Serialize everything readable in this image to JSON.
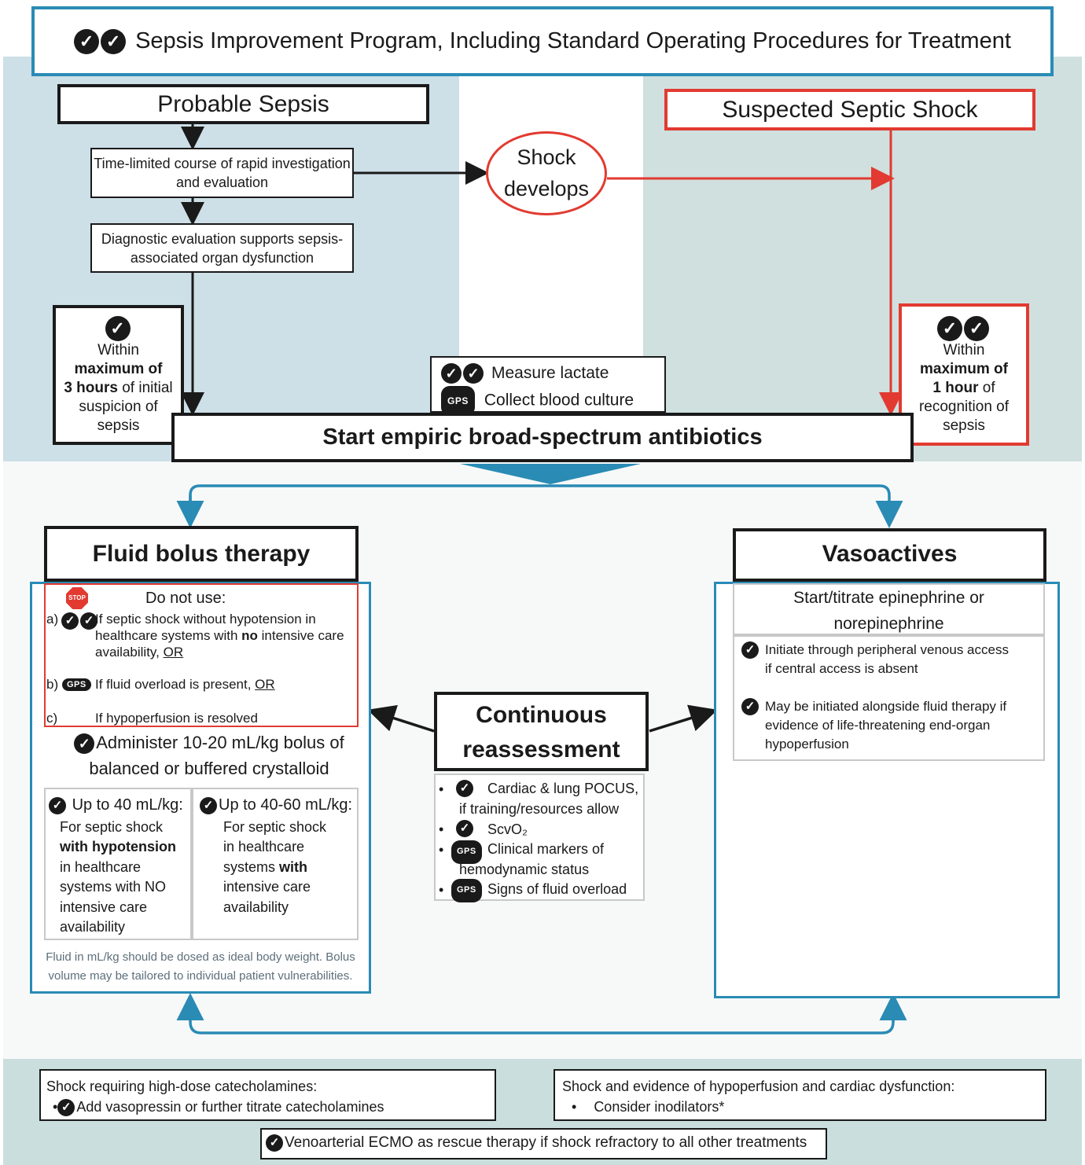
{
  "colors": {
    "teal": "#2a8bb5",
    "red": "#e23a30",
    "bg_left": "#cddfe7",
    "bg_right": "#cfe0df",
    "bg_bottom": "#c9dedd"
  },
  "title": "Sepsis Improvement Program, Including Standard Operating Procedures for Treatment",
  "probable": {
    "header": "Probable Sepsis",
    "step1": "Time-limited course of rapid investigation and evaluation",
    "step2": "Diagnostic evaluation supports sepsis-associated organ dysfunction",
    "timing": {
      "l1": "Within",
      "l2": "maximum of",
      "l3a": "3 hours",
      "l3b": " of initial",
      "l4": "suspicion of",
      "l5": "sepsis"
    }
  },
  "shock_develops": {
    "l1": "Shock",
    "l2": "develops"
  },
  "suspected": {
    "header": "Suspected Septic Shock",
    "timing": {
      "l1": "Within",
      "l2": "maximum of",
      "l3a": "1 hour",
      "l3b": " of",
      "l4": "recognition of",
      "l5": "sepsis"
    }
  },
  "lactate": {
    "measure": "Measure lactate",
    "gps": "GPS",
    "culture": "Collect blood culture"
  },
  "antibiotics": "Start empiric broad-spectrum antibiotics",
  "fluid": {
    "header": "Fluid bolus therapy",
    "stop_label": "STOP",
    "do_not_use": "Do not use:",
    "a_letter": "a)",
    "a_text1": "If septic shock without hypotension in healthcare systems with ",
    "a_no": "no",
    "a_text2": " intensive care availability, ",
    "or": "OR",
    "b_letter": "b)",
    "b_text": "If fluid overload is present, ",
    "c_letter": "c)",
    "c_text": "If hypoperfusion is resolved",
    "administer1": "Administer 10-20 mL/kg bolus of",
    "administer2": "balanced or buffered crystalloid",
    "left_head": "Up to 40 mL/kg:",
    "left_l1": "For septic shock",
    "left_l2": "with hypotension",
    "left_l3": "in healthcare",
    "left_l4": "systems with NO",
    "left_l5": "intensive care",
    "left_l6": "availability",
    "right_head": "Up to 40-60 mL/kg:",
    "right_l1": "For septic shock",
    "right_l2": "in healthcare",
    "right_l3a": "systems ",
    "right_l3b": "with",
    "right_l4": "intensive care",
    "right_l5": "availability",
    "footnote1": "Fluid in mL/kg should be dosed as ideal body weight. Bolus",
    "footnote2": "volume may be tailored to individual patient vulnerabilities."
  },
  "vaso": {
    "header": "Vasoactives",
    "start1": "Start/titrate epinephrine or",
    "start2": "norepinephrine",
    "item1a": "Initiate through peripheral venous access",
    "item1b": "if central access is absent",
    "item2a": "May be initiated alongside fluid therapy if",
    "item2b": "evidence of life-threatening end-organ",
    "item2c": "hypoperfusion"
  },
  "reassess": {
    "header1": "Continuous",
    "header2": "reassessment",
    "i1a": "Cardiac & lung POCUS,",
    "i1b": "if training/resources allow",
    "i2": "ScvO₂",
    "i3a": "Clinical markers of",
    "i3b": "hemodynamic status",
    "i4": "Signs of fluid overload"
  },
  "bottom": {
    "left_title": "Shock requiring high-dose catecholamines:",
    "left_item": "Add vasopressin or further titrate catecholamines",
    "right_title": "Shock and evidence of hypoperfusion and cardiac dysfunction:",
    "right_item": "Consider inodilators*",
    "ecmo": "Venoarterial ECMO as rescue therapy if shock refractory to all other treatments"
  }
}
